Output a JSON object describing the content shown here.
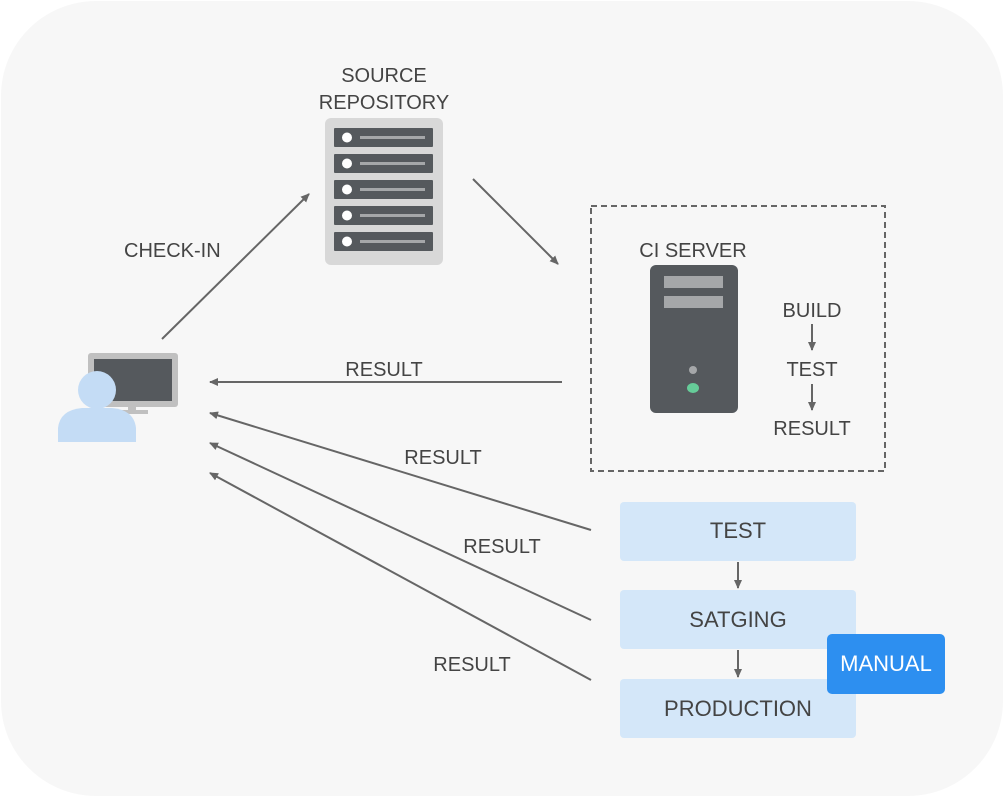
{
  "colors": {
    "canvas_bg": "#f7f7f7",
    "arrow": "#666666",
    "text": "#444444",
    "server_dark": "#55595d",
    "server_light": "#a5a7a9",
    "repo_outer": "#d8d8d8",
    "stage_box": "#d4e7f9",
    "manual_badge": "#2d8ff0",
    "user_blue": "#c4dcf5",
    "monitor_frame": "#c0c0c0",
    "led_green": "#66cc99"
  },
  "labels": {
    "source_repository_line1": "SOURCE",
    "source_repository_line2": "REPOSITORY",
    "check_in": "CHECK-IN",
    "ci_server": "CI SERVER",
    "build": "BUILD",
    "ci_test": "TEST",
    "ci_result": "RESULT",
    "result_ci": "RESULT",
    "result_test": "RESULT",
    "result_staging": "RESULT",
    "result_production": "RESULT"
  },
  "stages": {
    "test": "TEST",
    "staging": "SATGING",
    "production": "PRODUCTION",
    "manual": "MANUAL"
  },
  "icons": {
    "developer": "developer-at-monitor-icon",
    "repository": "server-rack-icon",
    "ci_server": "server-tower-icon"
  }
}
